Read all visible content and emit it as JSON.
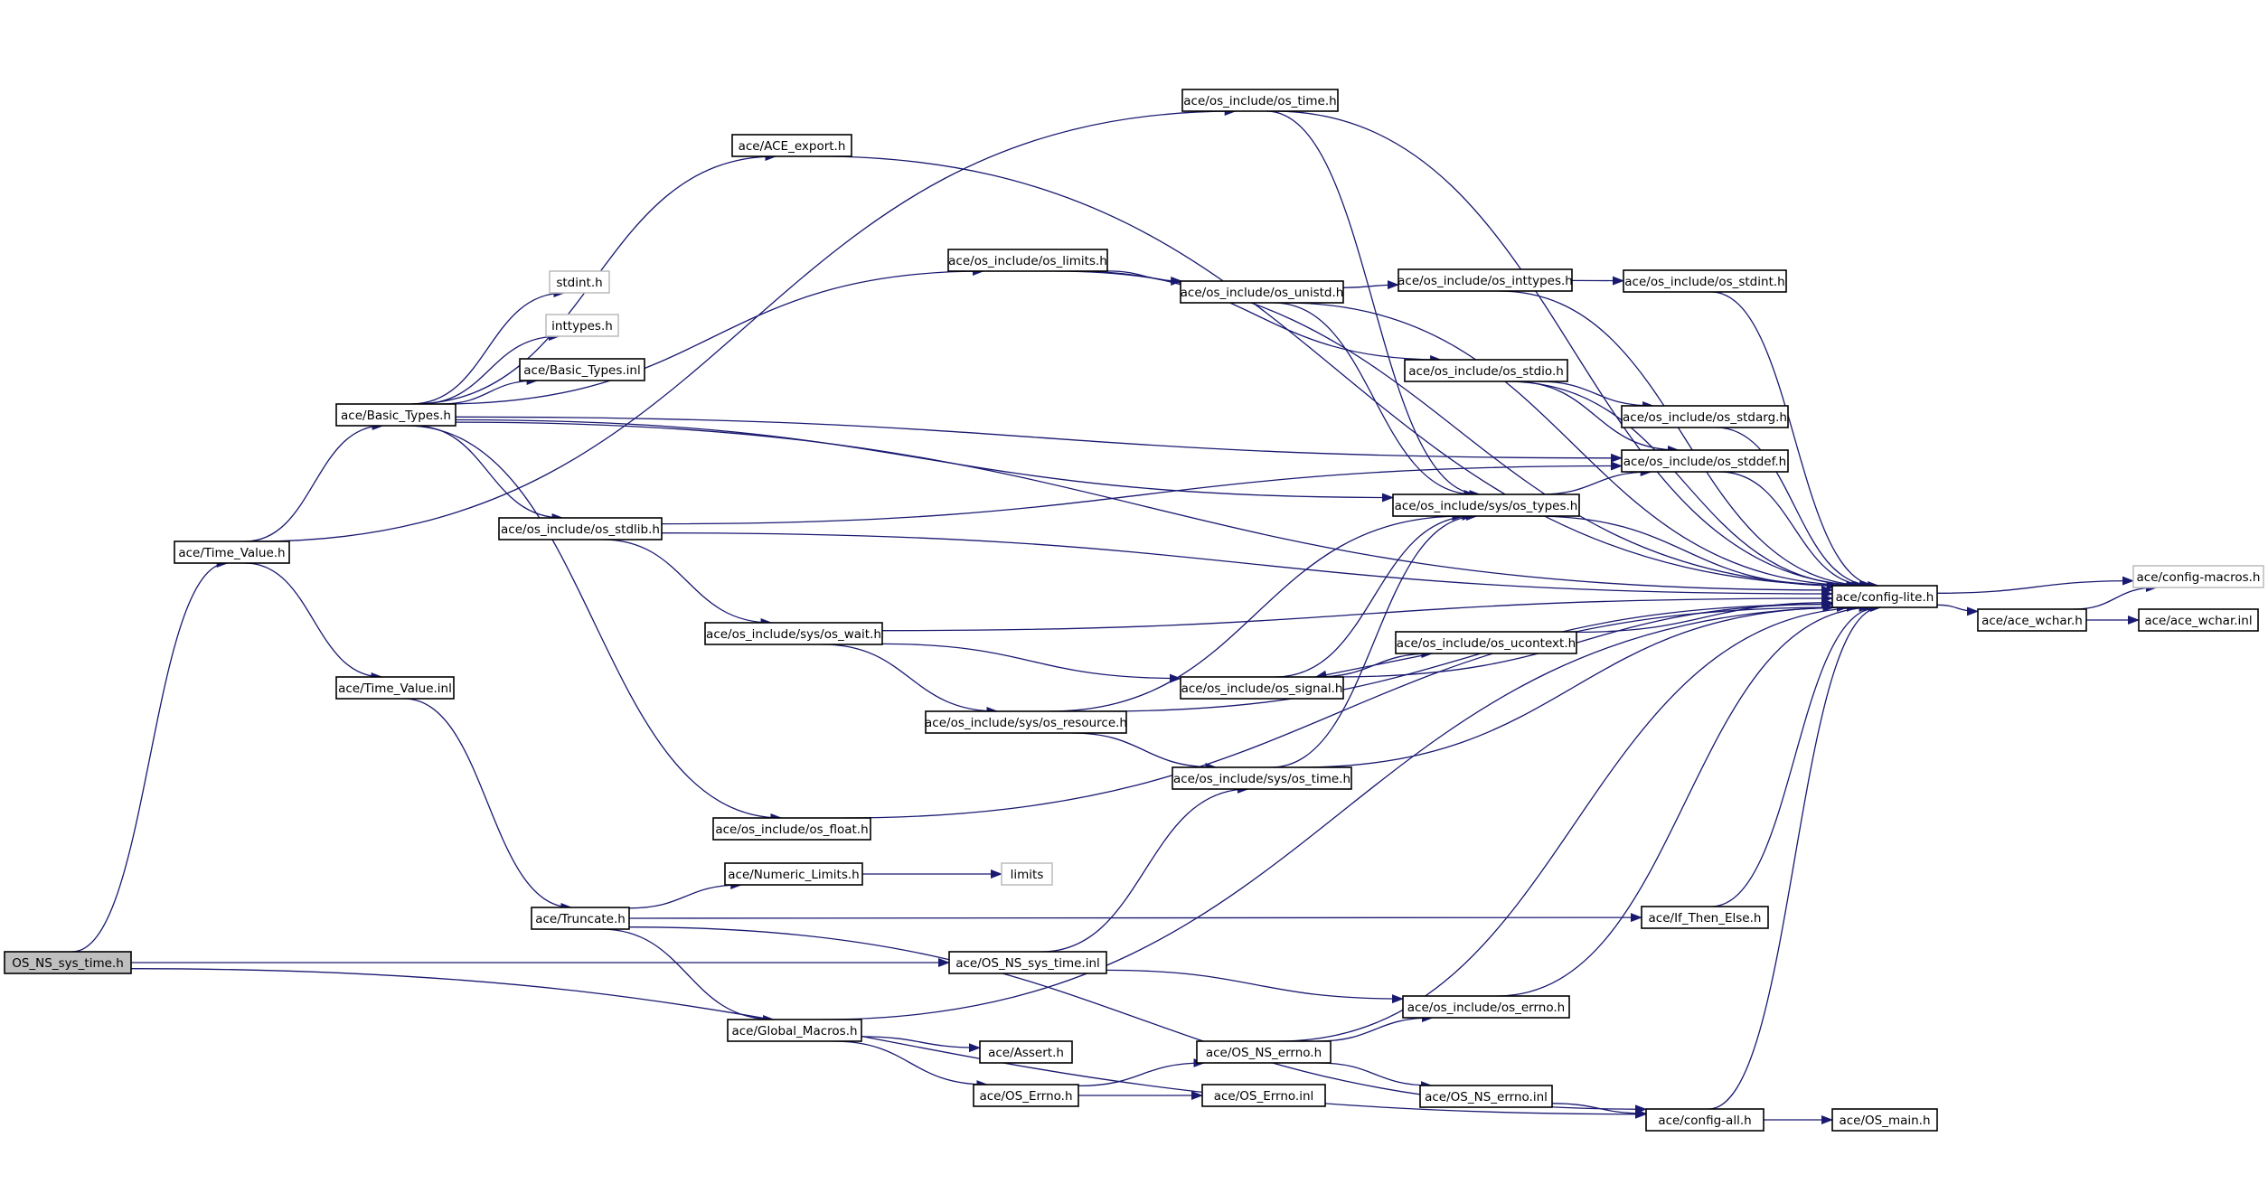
{
  "graph": {
    "edge_color": "#191970",
    "root_fill": "#bfbfbf",
    "external_stroke": "#bfbfbf",
    "nodes": [
      {
        "id": "os_ns_sys_time_h",
        "label": "OS_NS_sys_time.h",
        "kind": "root"
      },
      {
        "id": "time_value_h",
        "label": "ace/Time_Value.h",
        "kind": "local"
      },
      {
        "id": "basic_types_h",
        "label": "ace/Basic_Types.h",
        "kind": "local"
      },
      {
        "id": "time_value_inl",
        "label": "ace/Time_Value.inl",
        "kind": "local"
      },
      {
        "id": "truncate_h",
        "label": "ace/Truncate.h",
        "kind": "local"
      },
      {
        "id": "stdint_h",
        "label": "stdint.h",
        "kind": "external"
      },
      {
        "id": "inttypes_h",
        "label": "inttypes.h",
        "kind": "external"
      },
      {
        "id": "basic_types_inl",
        "label": "ace/Basic_Types.inl",
        "kind": "local"
      },
      {
        "id": "os_stdlib_h",
        "label": "ace/os_include/os_stdlib.h",
        "kind": "local"
      },
      {
        "id": "ace_export_h",
        "label": "ace/ACE_export.h",
        "kind": "local"
      },
      {
        "id": "os_float_h",
        "label": "ace/os_include/os_float.h",
        "kind": "local"
      },
      {
        "id": "numeric_limits_h",
        "label": "ace/Numeric_Limits.h",
        "kind": "local"
      },
      {
        "id": "global_macros_h",
        "label": "ace/Global_Macros.h",
        "kind": "local"
      },
      {
        "id": "os_wait_h",
        "label": "ace/os_include/sys/os_wait.h",
        "kind": "local"
      },
      {
        "id": "os_resource_h",
        "label": "ace/os_include/sys/os_resource.h",
        "kind": "local"
      },
      {
        "id": "os_limits_h",
        "label": "ace/os_include/os_limits.h",
        "kind": "local"
      },
      {
        "id": "os_time_h",
        "label": "ace/os_include/os_time.h",
        "kind": "local"
      },
      {
        "id": "os_ns_sys_time_inl",
        "label": "ace/OS_NS_sys_time.inl",
        "kind": "local"
      },
      {
        "id": "assert_h",
        "label": "ace/Assert.h",
        "kind": "local"
      },
      {
        "id": "os_errno_h",
        "label": "ace/OS_Errno.h",
        "kind": "local"
      },
      {
        "id": "limits",
        "label": "limits",
        "kind": "external"
      },
      {
        "id": "os_unistd_h",
        "label": "ace/os_include/os_unistd.h",
        "kind": "local"
      },
      {
        "id": "os_signal_h",
        "label": "ace/os_include/os_signal.h",
        "kind": "local"
      },
      {
        "id": "sys_os_time_h",
        "label": "ace/os_include/sys/os_time.h",
        "kind": "local"
      },
      {
        "id": "os_ns_errno_h",
        "label": "ace/OS_NS_errno.h",
        "kind": "local"
      },
      {
        "id": "os_errno_inl",
        "label": "ace/OS_Errno.inl",
        "kind": "local"
      },
      {
        "id": "os_inttypes_h",
        "label": "ace/os_include/os_inttypes.h",
        "kind": "local"
      },
      {
        "id": "os_stdio_h",
        "label": "ace/os_include/os_stdio.h",
        "kind": "local"
      },
      {
        "id": "os_types_h",
        "label": "ace/os_include/sys/os_types.h",
        "kind": "local"
      },
      {
        "id": "os_ucontext_h",
        "label": "ace/os_include/os_ucontext.h",
        "kind": "local"
      },
      {
        "id": "os_include_errno_h",
        "label": "ace/os_include/os_errno.h",
        "kind": "local"
      },
      {
        "id": "os_ns_errno_inl",
        "label": "ace/OS_NS_errno.inl",
        "kind": "local"
      },
      {
        "id": "os_stdint_h",
        "label": "ace/os_include/os_stdint.h",
        "kind": "local"
      },
      {
        "id": "os_stdarg_h",
        "label": "ace/os_include/os_stdarg.h",
        "kind": "local"
      },
      {
        "id": "os_stddef_h",
        "label": "ace/os_include/os_stddef.h",
        "kind": "local"
      },
      {
        "id": "if_then_else_h",
        "label": "ace/If_Then_Else.h",
        "kind": "local"
      },
      {
        "id": "config_all_h",
        "label": "ace/config-all.h",
        "kind": "local"
      },
      {
        "id": "config_lite_h",
        "label": "ace/config-lite.h",
        "kind": "local"
      },
      {
        "id": "os_main_h",
        "label": "ace/OS_main.h",
        "kind": "local"
      },
      {
        "id": "ace_wchar_h",
        "label": "ace/ace_wchar.h",
        "kind": "local"
      },
      {
        "id": "config_macros_h",
        "label": "ace/config-macros.h",
        "kind": "external"
      },
      {
        "id": "ace_wchar_inl",
        "label": "ace/ace_wchar.inl",
        "kind": "local"
      }
    ],
    "edges": [
      [
        "os_ns_sys_time_h",
        "time_value_h"
      ],
      [
        "os_ns_sys_time_h",
        "os_ns_sys_time_inl"
      ],
      [
        "os_ns_sys_time_h",
        "config_all_h"
      ],
      [
        "time_value_h",
        "basic_types_h"
      ],
      [
        "time_value_h",
        "time_value_inl"
      ],
      [
        "time_value_h",
        "os_time_h"
      ],
      [
        "basic_types_h",
        "ace_export_h"
      ],
      [
        "basic_types_h",
        "os_limits_h"
      ],
      [
        "basic_types_h",
        "stdint_h"
      ],
      [
        "basic_types_h",
        "inttypes_h"
      ],
      [
        "basic_types_h",
        "basic_types_inl"
      ],
      [
        "basic_types_h",
        "os_stdlib_h"
      ],
      [
        "basic_types_h",
        "os_float_h"
      ],
      [
        "basic_types_h",
        "os_types_h"
      ],
      [
        "basic_types_h",
        "os_stddef_h"
      ],
      [
        "basic_types_h",
        "config_lite_h"
      ],
      [
        "time_value_inl",
        "truncate_h"
      ],
      [
        "truncate_h",
        "numeric_limits_h"
      ],
      [
        "truncate_h",
        "global_macros_h"
      ],
      [
        "truncate_h",
        "if_then_else_h"
      ],
      [
        "truncate_h",
        "config_all_h"
      ],
      [
        "numeric_limits_h",
        "limits"
      ],
      [
        "global_macros_h",
        "assert_h"
      ],
      [
        "global_macros_h",
        "os_errno_h"
      ],
      [
        "global_macros_h",
        "config_lite_h"
      ],
      [
        "os_errno_h",
        "os_ns_errno_h"
      ],
      [
        "os_errno_h",
        "os_errno_inl"
      ],
      [
        "os_ns_errno_h",
        "os_include_errno_h"
      ],
      [
        "os_ns_errno_h",
        "os_ns_errno_inl"
      ],
      [
        "os_ns_errno_h",
        "config_lite_h"
      ],
      [
        "os_ns_errno_inl",
        "config_all_h"
      ],
      [
        "os_ns_sys_time_inl",
        "sys_os_time_h"
      ],
      [
        "os_ns_sys_time_inl",
        "os_include_errno_h"
      ],
      [
        "os_include_errno_h",
        "config_lite_h"
      ],
      [
        "os_stdlib_h",
        "os_wait_h"
      ],
      [
        "os_stdlib_h",
        "os_stddef_h"
      ],
      [
        "os_stdlib_h",
        "config_lite_h"
      ],
      [
        "os_wait_h",
        "os_resource_h"
      ],
      [
        "os_wait_h",
        "os_signal_h"
      ],
      [
        "os_wait_h",
        "config_lite_h"
      ],
      [
        "os_resource_h",
        "sys_os_time_h"
      ],
      [
        "os_resource_h",
        "os_types_h"
      ],
      [
        "os_resource_h",
        "config_lite_h"
      ],
      [
        "sys_os_time_h",
        "os_types_h"
      ],
      [
        "sys_os_time_h",
        "config_lite_h"
      ],
      [
        "os_signal_h",
        "os_types_h"
      ],
      [
        "os_signal_h",
        "os_ucontext_h"
      ],
      [
        "os_signal_h",
        "config_lite_h"
      ],
      [
        "os_ucontext_h",
        "os_signal_h"
      ],
      [
        "os_ucontext_h",
        "config_lite_h"
      ],
      [
        "os_limits_h",
        "os_unistd_h"
      ],
      [
        "os_limits_h",
        "os_stdio_h"
      ],
      [
        "os_limits_h",
        "config_lite_h"
      ],
      [
        "os_unistd_h",
        "os_inttypes_h"
      ],
      [
        "os_unistd_h",
        "os_types_h"
      ],
      [
        "os_unistd_h",
        "config_lite_h"
      ],
      [
        "os_inttypes_h",
        "os_stdint_h"
      ],
      [
        "os_inttypes_h",
        "config_lite_h"
      ],
      [
        "os_stdint_h",
        "config_lite_h"
      ],
      [
        "os_stdio_h",
        "os_stdarg_h"
      ],
      [
        "os_stdio_h",
        "os_stddef_h"
      ],
      [
        "os_stdio_h",
        "config_lite_h"
      ],
      [
        "os_stdarg_h",
        "config_lite_h"
      ],
      [
        "os_stddef_h",
        "config_lite_h"
      ],
      [
        "os_types_h",
        "os_stddef_h"
      ],
      [
        "os_types_h",
        "config_lite_h"
      ],
      [
        "os_time_h",
        "os_types_h"
      ],
      [
        "os_time_h",
        "config_lite_h"
      ],
      [
        "ace_export_h",
        "config_lite_h"
      ],
      [
        "os_float_h",
        "config_lite_h"
      ],
      [
        "if_then_else_h",
        "config_lite_h"
      ],
      [
        "config_all_h",
        "config_lite_h"
      ],
      [
        "config_all_h",
        "os_main_h"
      ],
      [
        "config_lite_h",
        "config_macros_h"
      ],
      [
        "config_lite_h",
        "ace_wchar_h"
      ],
      [
        "ace_wchar_h",
        "config_macros_h"
      ],
      [
        "ace_wchar_h",
        "ace_wchar_inl"
      ]
    ]
  }
}
